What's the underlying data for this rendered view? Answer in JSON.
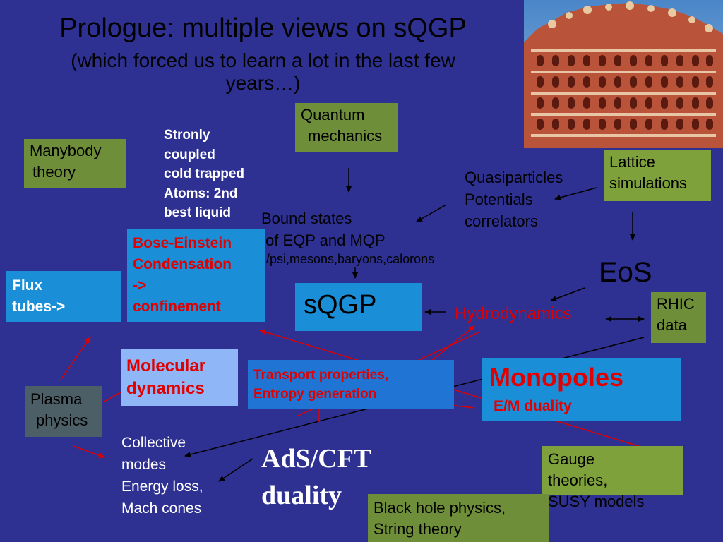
{
  "slide": {
    "title": "Prologue: multiple views on sQGP",
    "subtitle_1": "(which forced us to learn a lot in the last few",
    "subtitle_2": "years…)"
  },
  "nodes": {
    "quantum_1": "Quantum",
    "quantum_2": "mechanics",
    "manybody_1": "Manybody",
    "manybody_2": "theory",
    "atoms_1": "Stronly",
    "atoms_2": "coupled",
    "atoms_3": "cold trapped",
    "atoms_4": "Atoms: 2nd",
    "atoms_5": "best liquid",
    "quasi_1": "Quasiparticles",
    "quasi_2": "Potentials",
    "quasi_3": "correlators",
    "lattice_1": "Lattice",
    "lattice_2": "simulations",
    "bound_1": "Bound states",
    "bound_2": "of EQP and MQP",
    "bound_3": "J/psi,mesons,baryons,calorons",
    "bec_1": "Bose-Einstein",
    "bec_2": "Condensation",
    "bec_3": "->",
    "bec_4": "confinement",
    "flux_1": "Flux",
    "flux_2": "tubes->",
    "sqgp": "sQGP",
    "eos": "EoS",
    "hydro": "Hydrodynamics",
    "rhic_1": "RHIC",
    "rhic_2": "data",
    "md_1": "Molecular",
    "md_2": "dynamics",
    "transport_1": "Transport properties,",
    "transport_2": "Entropy generation",
    "mono": "Monopoles",
    "em": "E/M duality",
    "plasma_1": "Plasma",
    "plasma_2": "physics",
    "coll_1": "Collective",
    "coll_2": "modes",
    "coll_3": "Energy loss,",
    "coll_4": "Mach cones",
    "ads_1": "AdS/CFT",
    "ads_2": "duality",
    "gauge_1": "Gauge",
    "gauge_2": "theories,",
    "gauge_3": "SUSY models",
    "bh_1": "Black hole physics,",
    "bh_2": "String theory"
  },
  "colors": {
    "background": "#2e3192",
    "box_green": "#6f8e3a",
    "box_cyan": "#1a8fd8",
    "arrow_red": "#e00000",
    "arrow_black": "#000000"
  }
}
